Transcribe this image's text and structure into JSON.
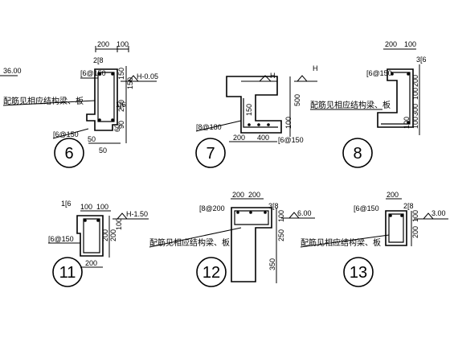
{
  "details": [
    {
      "id": "6",
      "label": "6",
      "top_dims": [
        "200",
        "100"
      ],
      "bar_top": "2[8",
      "stirrup_top": "[6@150",
      "elevation": "H-0.05",
      "side_dims": [
        "150",
        "150",
        "250",
        "90",
        "60"
      ],
      "side_bar": "1[6",
      "stirrup_bottom": "[6@150",
      "bottom_dims": [
        "50",
        "50"
      ],
      "note": "配筋见相应结构梁、板",
      "left_elevation": "36.00"
    },
    {
      "id": "7",
      "label": "7",
      "elevation": "H",
      "dims_vertical": [
        "150",
        "500",
        "100"
      ],
      "stirrup_left": "[8@180",
      "bottom_dims": [
        "200",
        "400"
      ],
      "stirrup_right": "[6@150"
    },
    {
      "id": "8",
      "label": "8",
      "top_dims": [
        "200",
        "100"
      ],
      "bar_top": "3[6",
      "stirrup_top": "[6@150",
      "elevation": "H",
      "side_dims": [
        "200",
        "100",
        "300",
        "100",
        "100"
      ],
      "note": "配筋见相应结构梁、板"
    },
    {
      "id": "11",
      "label": "11",
      "top_bar": "1[6",
      "top_dims": [
        "100",
        "100"
      ],
      "elevation": "H-1.50",
      "stirrup": "[6@150",
      "side_dims": [
        "200",
        "200",
        "100"
      ],
      "bottom_dim": "200"
    },
    {
      "id": "12",
      "label": "12",
      "top_dims": [
        "200",
        "200"
      ],
      "stirrup_top": "[8@200",
      "bar_top": "3[8",
      "elevation": "6.00",
      "side_dims": [
        "100",
        "250",
        "350"
      ],
      "note": "配筋见相应结构梁、板"
    },
    {
      "id": "13",
      "label": "13",
      "top_dim": "200",
      "stirrup_top": "[6@150",
      "bar_top": "2[8",
      "elevation": "3.00",
      "side_dims": [
        "200",
        "100"
      ],
      "note": "配筋见相应结构梁、板"
    }
  ]
}
